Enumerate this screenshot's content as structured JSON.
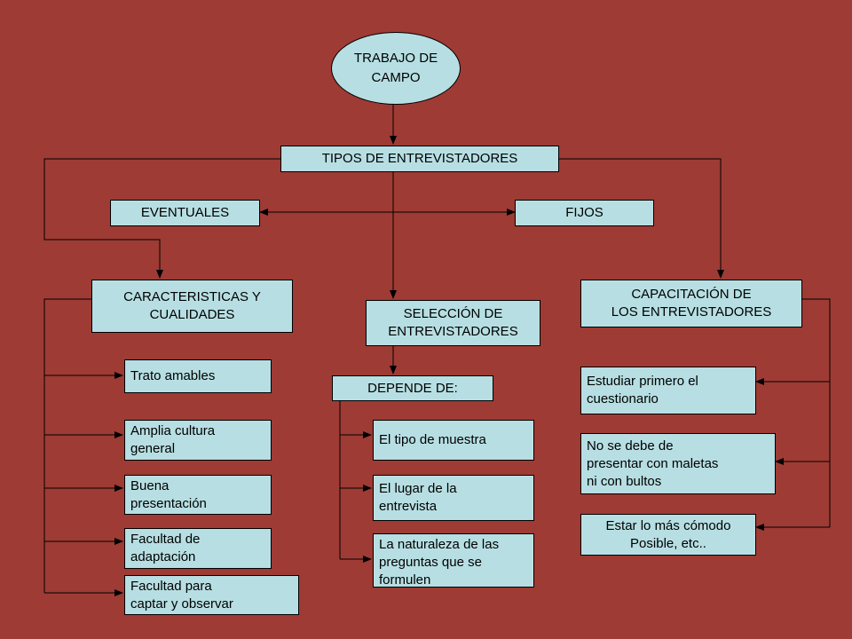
{
  "root": {
    "text": "TRABAJO DE\nCAMPO"
  },
  "types": {
    "text": "TIPOS DE ENTREVISTADORES"
  },
  "eventuales": {
    "text": "EVENTUALES"
  },
  "fijos": {
    "text": "FIJOS"
  },
  "caracteristicas": {
    "title": "CARACTERISTICAS Y\nCUALIDADES",
    "items": [
      "Trato amables",
      "Amplia cultura\ngeneral",
      "Buena\npresentación",
      "Facultad de\nadaptación",
      "Facultad para\ncaptar y observar"
    ]
  },
  "seleccion": {
    "title": "SELECCIÓN DE\nENTREVISTADORES",
    "depende": "DEPENDE DE:",
    "items": [
      "El tipo de muestra",
      "El lugar de la\nentrevista",
      "La naturaleza de las\npreguntas que se\nformulen"
    ]
  },
  "capacitacion": {
    "title": "CAPACITACIÓN DE\nLOS ENTREVISTADORES",
    "items": [
      "Estudiar primero el\ncuestionario",
      "No se debe de\npresentar con maletas\nni con bultos",
      "Estar lo más cómodo\nPosible, etc.."
    ]
  },
  "colors": {
    "background": "#9e3b34",
    "box_fill": "#b7dfe3",
    "line": "#000000"
  }
}
